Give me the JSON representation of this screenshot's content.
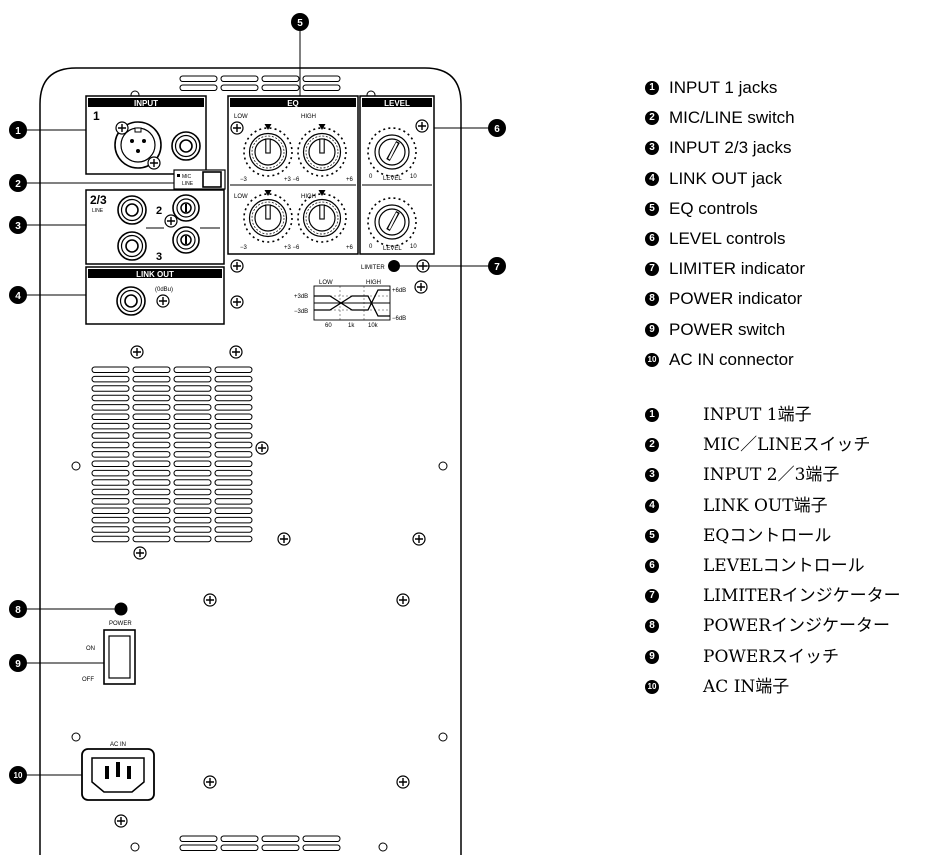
{
  "panel": {
    "input_title": "INPUT",
    "input1_num": "1",
    "eq_title": "EQ",
    "level_title": "LEVEL",
    "eq_low": "LOW",
    "eq_high": "HIGH",
    "eq_m3": "−3",
    "eq_p3m6": "+3 −6",
    "eq_p6": "+6",
    "level_0": "0",
    "level_10": "10",
    "level_label": "LEVEL",
    "mic_label": "MIC",
    "line_label": "LINE",
    "input23_num": "2/3",
    "input23_line": "LINE",
    "jack2_num": "2",
    "jack3_num": "3",
    "linkout_title": "LINK OUT",
    "linkout_level": "(0dBu)",
    "limiter_label": "LIMITER",
    "graph_low": "LOW",
    "graph_high": "HIGH",
    "graph_p3db": "+3dB",
    "graph_m3db": "−3dB",
    "graph_p6db": "+6dB",
    "graph_m6db": "−6dB",
    "graph_60": "60",
    "graph_1k": "1k",
    "graph_10k": "10k",
    "power_label": "POWER",
    "on_label": "ON",
    "off_label": "OFF",
    "acin_label": "AC IN"
  },
  "callouts": [
    "1",
    "2",
    "3",
    "4",
    "5",
    "6",
    "7",
    "8",
    "9",
    "10"
  ],
  "legend_en": [
    {
      "num": "1",
      "label": "INPUT 1 jacks"
    },
    {
      "num": "2",
      "label": "MIC/LINE switch"
    },
    {
      "num": "3",
      "label": "INPUT 2/3 jacks"
    },
    {
      "num": "4",
      "label": "LINK OUT jack"
    },
    {
      "num": "5",
      "label": "EQ controls"
    },
    {
      "num": "6",
      "label": "LEVEL controls"
    },
    {
      "num": "7",
      "label": "LIMITER indicator"
    },
    {
      "num": "8",
      "label": "POWER indicator"
    },
    {
      "num": "9",
      "label": "POWER switch"
    },
    {
      "num": "10",
      "label": "AC IN connector"
    }
  ],
  "legend_jp": [
    {
      "num": "1",
      "label": "INPUT 1端子"
    },
    {
      "num": "2",
      "label": "MIC／LINEスイッチ"
    },
    {
      "num": "3",
      "label": "INPUT 2／3端子"
    },
    {
      "num": "4",
      "label": "LINK OUT端子"
    },
    {
      "num": "5",
      "label": "EQコントロール"
    },
    {
      "num": "6",
      "label": "LEVELコントロール"
    },
    {
      "num": "7",
      "label": "LIMITERインジケーター"
    },
    {
      "num": "8",
      "label": "POWERインジケーター"
    },
    {
      "num": "9",
      "label": "POWERスイッチ"
    },
    {
      "num": "10",
      "label": "AC IN端子"
    }
  ]
}
